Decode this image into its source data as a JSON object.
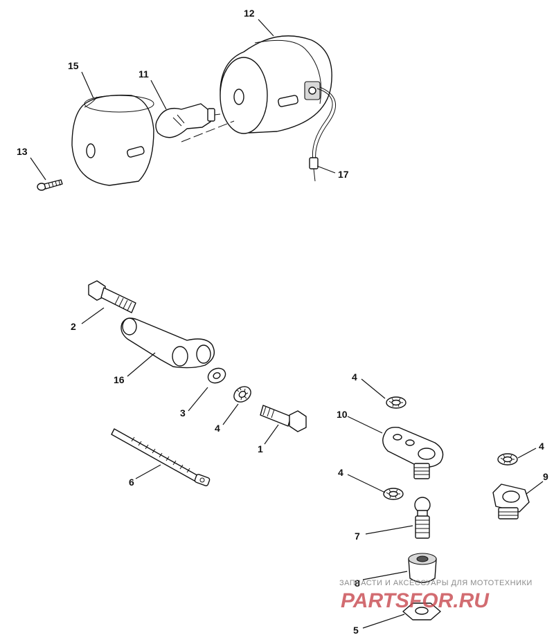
{
  "callouts": {
    "c1": "1",
    "c2": "2",
    "c3": "3",
    "c4a": "4",
    "c4b": "4",
    "c4c": "4",
    "c4d": "4",
    "c5": "5",
    "c6": "6",
    "c7": "7",
    "c8": "8",
    "c9": "9",
    "c10": "10",
    "c11": "11",
    "c12": "12",
    "c13": "13",
    "c15": "15",
    "c16": "16",
    "c17": "17"
  },
  "watermark": {
    "tagline": "ЗАПЧАСТИ И АКСЕССУАРЫ ДЛЯ МОТОТЕХНИКИ",
    "logo": "PARTSFOR.RU"
  }
}
